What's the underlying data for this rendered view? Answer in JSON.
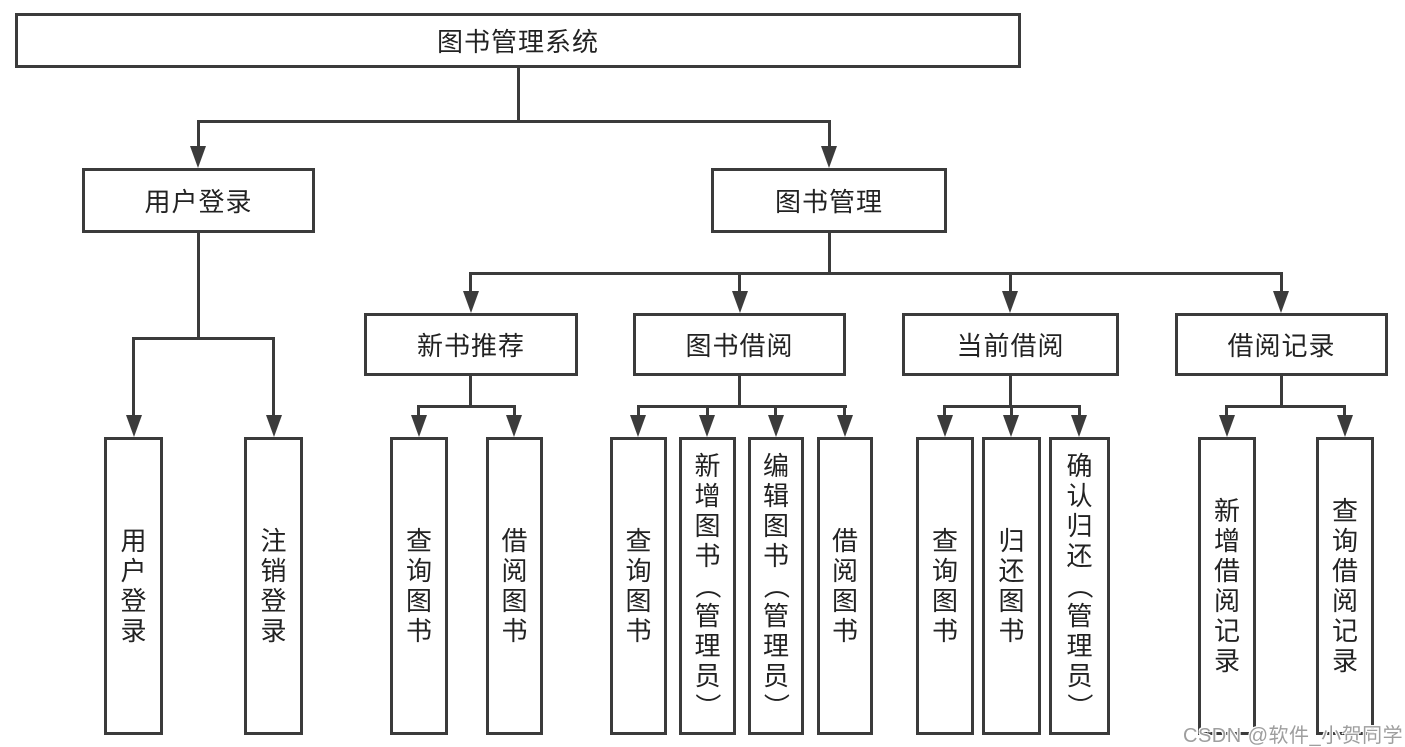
{
  "tree": {
    "label": "图书管理系统",
    "children": [
      {
        "label": "用户登录",
        "children": [
          {
            "label": "用户登录"
          },
          {
            "label": "注销登录"
          }
        ]
      },
      {
        "label": "图书管理",
        "children": [
          {
            "label": "新书推荐",
            "children": [
              {
                "label": "查询图书"
              },
              {
                "label": "借阅图书"
              }
            ]
          },
          {
            "label": "图书借阅",
            "children": [
              {
                "label": "查询图书"
              },
              {
                "label": "新增图书（管理员）"
              },
              {
                "label": "编辑图书（管理员）"
              },
              {
                "label": "借阅图书"
              }
            ]
          },
          {
            "label": "当前借阅",
            "children": [
              {
                "label": "查询图书"
              },
              {
                "label": "归还图书"
              },
              {
                "label": "确认归还（管理员）"
              }
            ]
          },
          {
            "label": "借阅记录",
            "children": [
              {
                "label": "新增借阅记录"
              },
              {
                "label": "查询借阅记录"
              }
            ]
          }
        ]
      }
    ]
  },
  "watermark": {
    "text": "CSDN @软件_小贺同学"
  },
  "colors": {
    "line": "#3b3b3b",
    "text": "#222222",
    "watermark": "#9e9e9e",
    "bg": "#ffffff"
  }
}
